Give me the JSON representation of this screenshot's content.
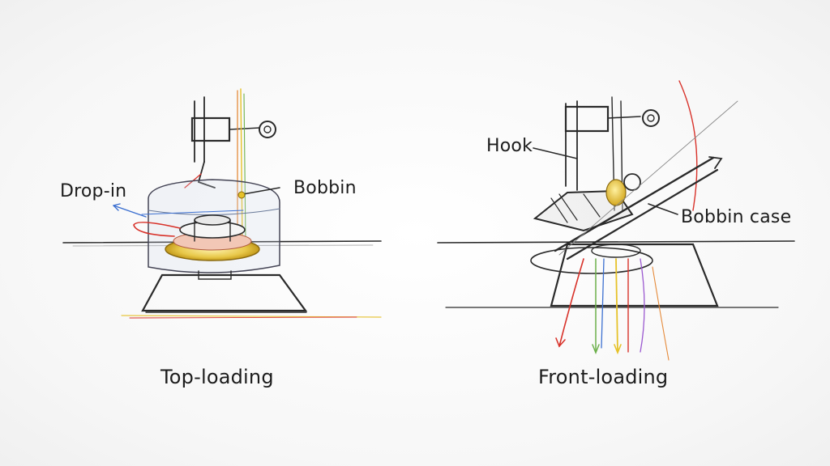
{
  "left_panel": {
    "label_drop_in": "Drop-in",
    "label_bobbin": "Bobbin",
    "caption": "Top-loading"
  },
  "right_panel": {
    "label_hook": "Hook",
    "label_bobbin_case": "Bobbin case",
    "caption": "Front-loading"
  },
  "colors": {
    "ink": "#2a2a2a",
    "thread_red": "#d8322a",
    "thread_yellow": "#e6c229",
    "thread_green": "#6cb04a",
    "thread_blue": "#3b6fd0",
    "thread_orange": "#e58a3a"
  }
}
